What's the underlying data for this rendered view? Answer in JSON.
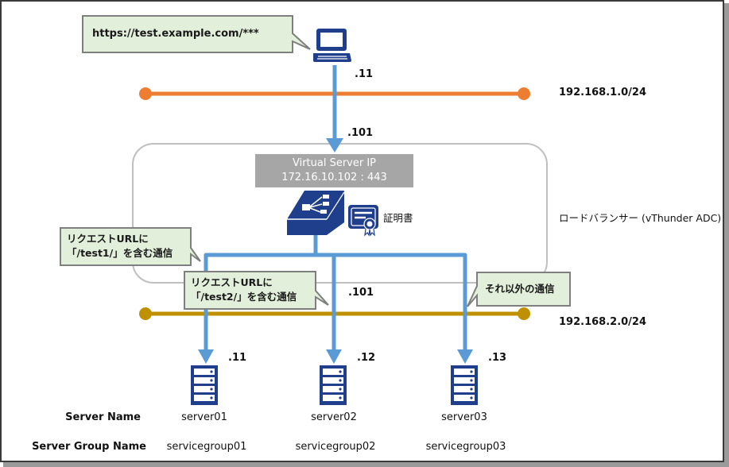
{
  "client": {
    "url_callout": "https://test.example.com/***",
    "host_ip": ".11",
    "icon": "laptop-icon"
  },
  "networks": {
    "front": {
      "cidr": "192.168.1.0/24",
      "color": "#ed7d31"
    },
    "back": {
      "cidr": "192.168.2.0/24",
      "color": "#bf9000"
    }
  },
  "load_balancer": {
    "front_ip": ".101",
    "back_ip": ".101",
    "label": "ロードバランサー (vThunder ADC)",
    "vip_title": "Virtual Server IP",
    "vip_address": "172.16.10.102 : 443",
    "certificate_label": "証明書",
    "icons": [
      "load-balancer-icon",
      "certificate-icon"
    ]
  },
  "callouts": {
    "rule1": [
      "リクエストURLに",
      "「/test1/」を含む通信"
    ],
    "rule2": [
      "リクエストURLに",
      "「/test2/」を含む通信"
    ],
    "rule3": "それ以外の通信"
  },
  "table": {
    "server_name_label": "Server Name",
    "server_group_label": "Server Group Name"
  },
  "servers": [
    {
      "ip": ".11",
      "name": "server01",
      "group": "servicegroup01"
    },
    {
      "ip": ".12",
      "name": "server02",
      "group": "servicegroup02"
    },
    {
      "ip": ".13",
      "name": "server03",
      "group": "servicegroup03"
    }
  ],
  "colors": {
    "link": "#5b9bd5",
    "icon": "#1f3f8c",
    "callout_fill": "#e2efda",
    "callout_border": "#7f7f7f",
    "vip_box": "#a6a6a6",
    "lb_frame": "#bfbfbf"
  }
}
